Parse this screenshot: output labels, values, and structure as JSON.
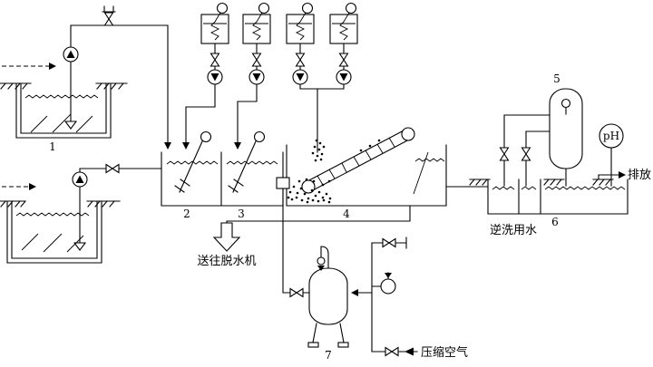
{
  "colors": {
    "line": "#000000",
    "background": "#ffffff"
  },
  "labels": {
    "tank1": "1",
    "tank2": "2",
    "tank3": "3",
    "tank4": "4",
    "vessel5": "5",
    "tank6": "6",
    "vessel7": "7",
    "ph_meter": "pH",
    "discharge": "排放",
    "backwash_water": "逆洗用水",
    "to_dewatering": "送往脱水机",
    "compressed_air": "压缩空气"
  }
}
